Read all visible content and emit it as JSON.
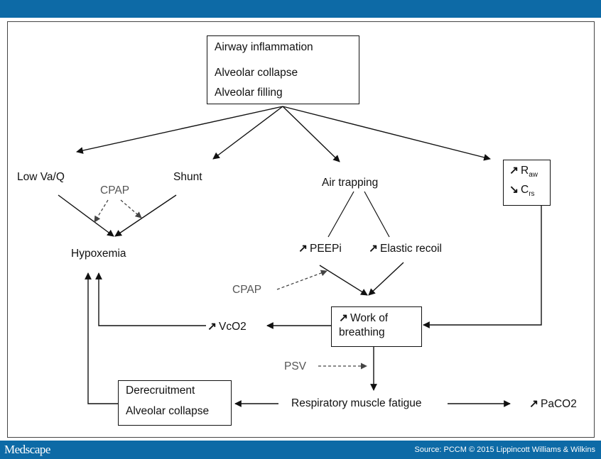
{
  "footer": {
    "logo": "Medscape",
    "source": "Source: PCCM © 2015 Lippincott Williams & Wilkins"
  },
  "diagram": {
    "top_box": [
      "Airway inflammation",
      "Alveolar collapse",
      "Alveolar filling"
    ],
    "low_vaq": "Low Va/Q",
    "shunt": "Shunt",
    "cpap_top": "CPAP",
    "hypoxemia": "Hypoxemia",
    "air_trapping": "Air trapping",
    "peepi": "PEEPi",
    "elastic_recoil": "Elastic recoil",
    "raw_main": "R",
    "raw_sub": "aw",
    "crs_main": "C",
    "crs_sub": "rs",
    "cpap_mid": "CPAP",
    "work_of_breathing_1": "Work of",
    "work_of_breathing_2": "breathing",
    "vco2": "VcO2",
    "psv": "PSV",
    "derecruit_box": [
      "Derecruitment",
      "Alveolar collapse"
    ],
    "respiratory_fatigue": "Respiratory muscle fatigue",
    "paco2": "PaCO2",
    "increase_symbol": "↗",
    "decrease_symbol": "↘"
  }
}
